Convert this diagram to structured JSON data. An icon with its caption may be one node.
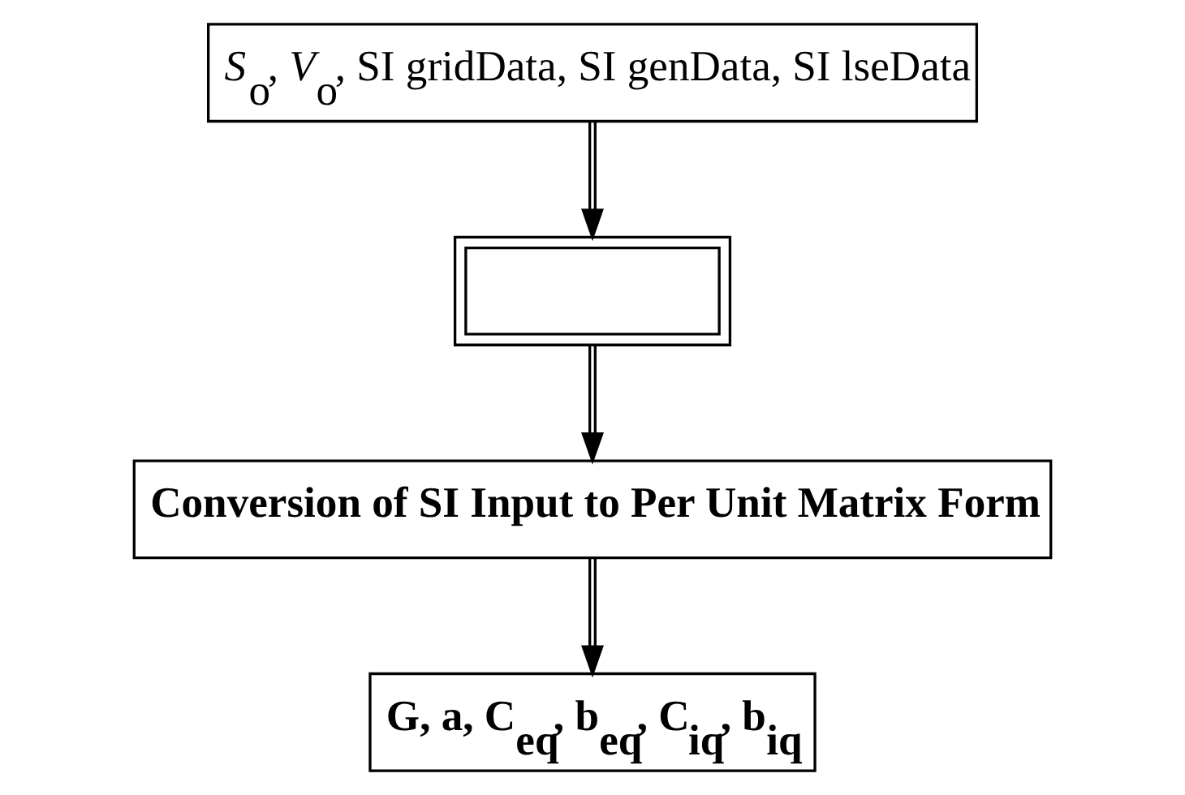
{
  "diagram": {
    "nodes": [
      {
        "text": [
          "*S*$_{o}$, *V*$_{o}$, SI gridData, SI genData, SI lseData"
        ]
      },
      {
        "text": [],
        "shape": "box"
      },
      {
        "text": [
          "Conversion of SI Input to Per Unit Matrix Form"
        ]
      },
      {
        "text": [
          "G, a, C$_{eq}$, b$_{eq}$, C$_{iq}$, b$_{iq}$"
        ]
      }
    ],
    "edges": [
      {
        "from": 0,
        "to": 1,
        "arrow": "to"
      },
      {
        "from": 1,
        "to": 2,
        "arrow": "to"
      },
      {
        "from": 2,
        "to": 3,
        "arrow": "to"
      }
    ]
  }
}
